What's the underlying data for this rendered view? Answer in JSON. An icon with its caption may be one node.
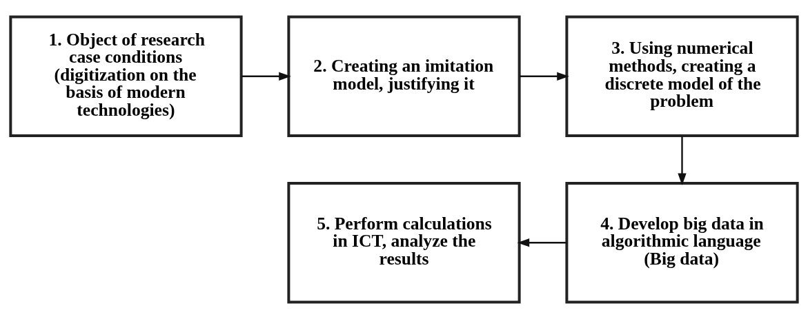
{
  "diagram": {
    "nodes": [
      {
        "text": [
          "1. Object of research case conditions (digitization on the basis of modern technologies)"
        ]
      },
      {
        "text": [
          "2. Creating an imitation model, justifying it"
        ]
      },
      {
        "text": [
          "3. Using numerical methods, creating a discrete model of the problem"
        ]
      },
      {
        "text": [
          "4. Develop big data in algorithmic language (Big data)"
        ]
      },
      {
        "text": [
          "5. Perform calculations in ICT, analyze the results"
        ]
      }
    ],
    "edges": [
      {
        "from": 0,
        "to": 1,
        "arrow": "to"
      },
      {
        "from": 1,
        "to": 2,
        "arrow": "to"
      },
      {
        "from": 2,
        "to": 3,
        "arrow": "to"
      },
      {
        "from": 3,
        "to": 4,
        "arrow": "to"
      }
    ]
  }
}
